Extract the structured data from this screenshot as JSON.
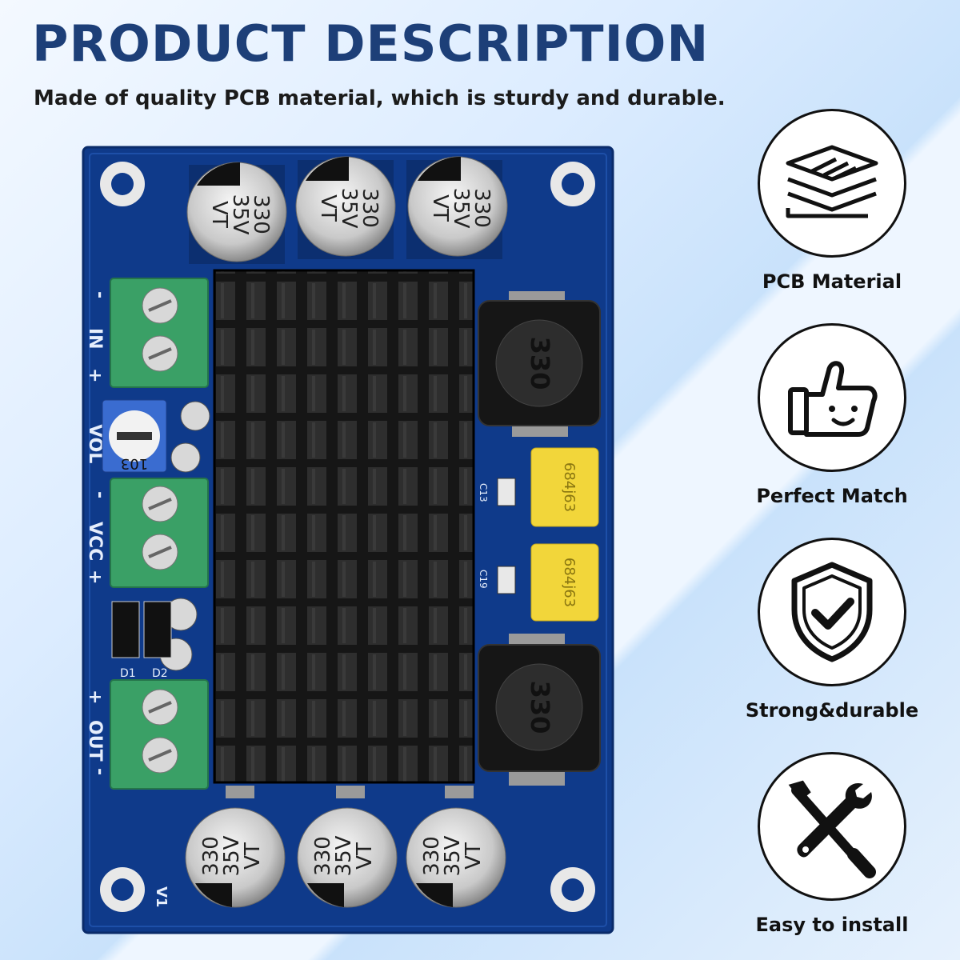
{
  "header": {
    "title": "PRODUCT DESCRIPTION",
    "subtitle": "Made of quality PCB material, which is sturdy and durable."
  },
  "features": [
    {
      "label": "PCB Material",
      "icon": "layers-icon"
    },
    {
      "label": "Perfect Match",
      "icon": "thumbs-up-smile-icon"
    },
    {
      "label": "Strong&durable",
      "icon": "shield-check-icon"
    },
    {
      "label": "Easy to install",
      "icon": "tools-icon"
    }
  ],
  "board": {
    "capacitor_value": "330",
    "capacitor_voltage": "35V",
    "capacitor_series": "VT",
    "inductor_label": "330",
    "pot_label": "103",
    "terminal_labels": {
      "in": "IN",
      "vol": "VOL",
      "vcc": "VCC",
      "out": "OUT",
      "plus": "+",
      "minus": "-"
    },
    "silk": {
      "c13": "C13",
      "c19": "C19",
      "d1": "D1",
      "d2": "D2",
      "v1": "V1",
      "film_cap_1": "684j63",
      "film_cap_2": "684j63"
    },
    "colors": {
      "pcb": "#0f3a8a",
      "terminal": "#3aa066",
      "heatsink": "#1a1a1a",
      "film_cap": "#f2d63a"
    }
  }
}
